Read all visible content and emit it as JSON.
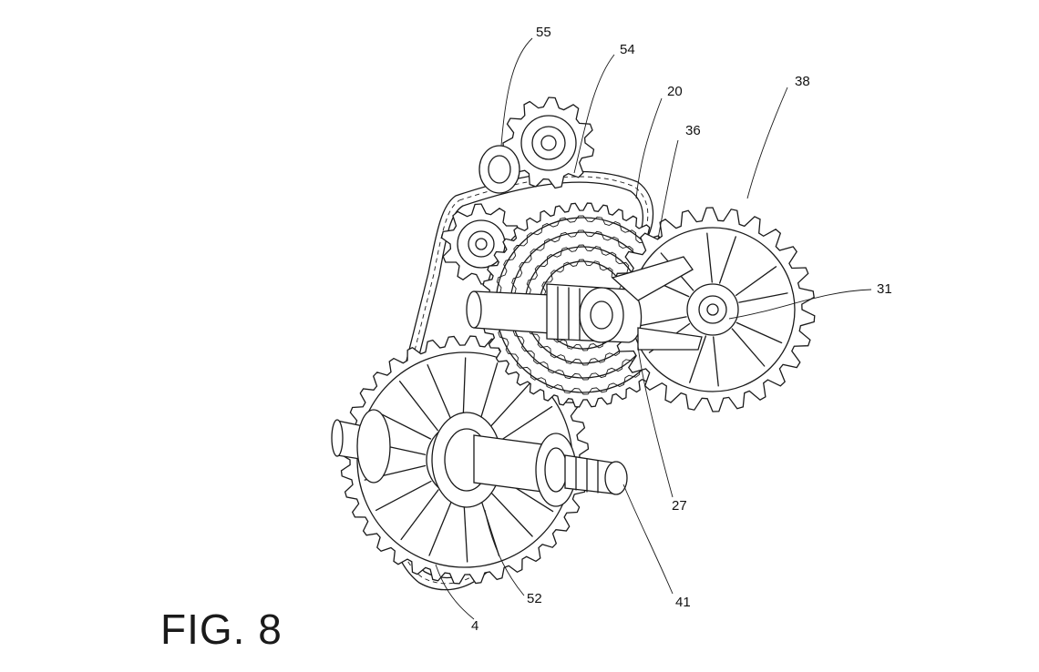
{
  "figure_label": "FIG. 8",
  "reference_numerals": {
    "r55": "55",
    "r54": "54",
    "r20": "20",
    "r36": "36",
    "r38": "38",
    "r31": "31",
    "r27": "27",
    "r41": "41",
    "r52": "52",
    "r4": "4"
  }
}
